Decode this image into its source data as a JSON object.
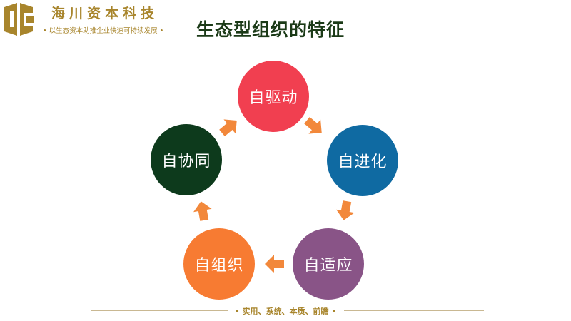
{
  "header": {
    "logo_icon": "company-logo-icon",
    "company_name": "海川资本科技",
    "slogan": "• 以生态资本助推企业快速可持续发展 •"
  },
  "title": "生态型组织的特征",
  "cycle": {
    "nodes": [
      {
        "label": "自驱动",
        "color": "#f13f50"
      },
      {
        "label": "自进化",
        "color": "#0f6aa2"
      },
      {
        "label": "自适应",
        "color": "#895487"
      },
      {
        "label": "自组织",
        "color": "#f77b32"
      },
      {
        "label": "自协同",
        "color": "#0d3a1c"
      }
    ],
    "arrow_color": "#f2883b",
    "arrow_icon": "arrow-right-icon"
  },
  "footer": {
    "text": "• 实用、系统、本质、前瞻 •",
    "line_color": "#c9b892"
  }
}
